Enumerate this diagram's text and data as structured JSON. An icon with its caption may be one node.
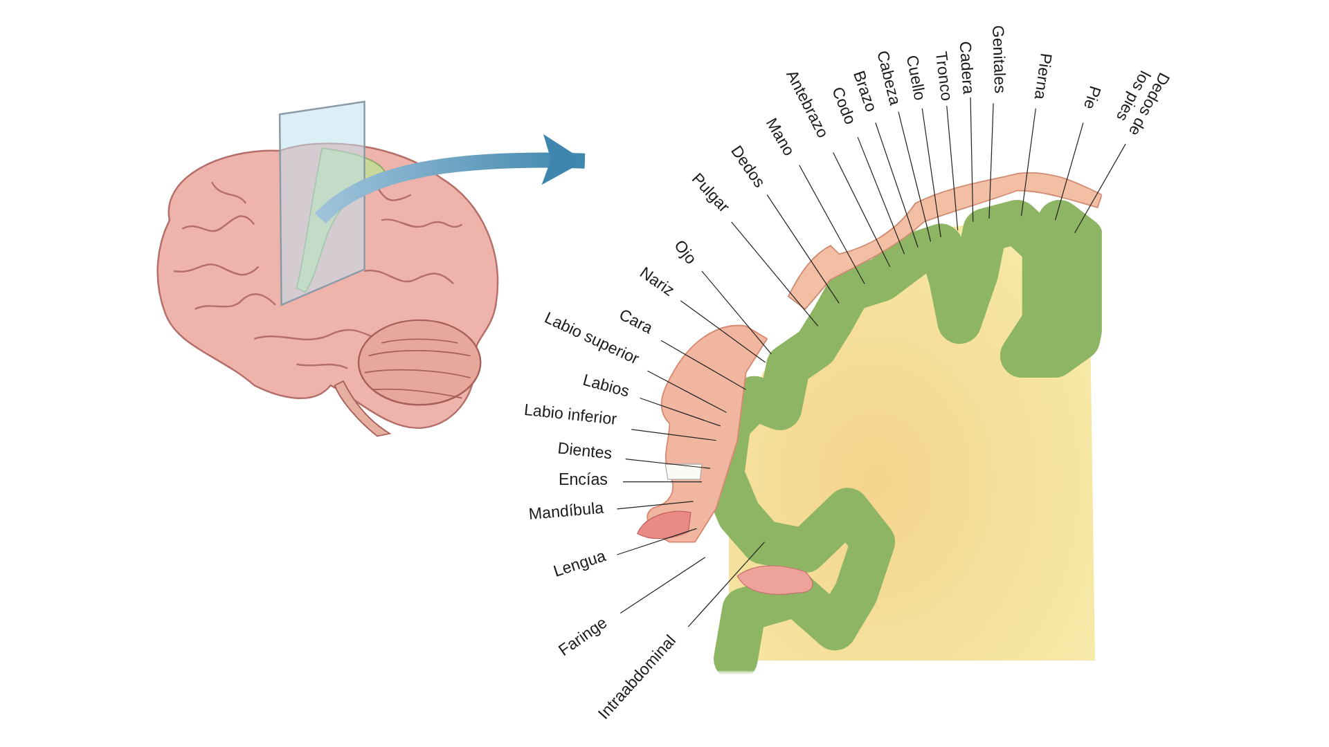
{
  "diagram": {
    "nodes": [
      {
        "text": [],
        "shape": "picture"
      },
      {
        "text": [],
        "shape": "picture"
      },
      {
        "text": [
          "Ojo"
        ]
      },
      {
        "text": [
          "Nariz"
        ]
      },
      {
        "text": [
          "Cara"
        ]
      },
      {
        "text": [
          "Labio superior"
        ]
      },
      {
        "text": [
          "Labios"
        ]
      },
      {
        "text": [
          "Labio inferior"
        ]
      },
      {
        "text": [
          "Dientes"
        ]
      },
      {
        "text": [
          "Encías"
        ]
      },
      {
        "text": [
          "Mandíbula"
        ]
      },
      {
        "text": [
          "Lengua"
        ]
      },
      {
        "text": [
          "Faringe"
        ]
      },
      {
        "text": [
          "Intraabdominal"
        ]
      },
      {
        "text": [
          "Pulgar"
        ]
      },
      {
        "text": [
          "Dedos"
        ]
      },
      {
        "text": [
          "Mano"
        ]
      },
      {
        "text": [
          "Antebrazo"
        ]
      },
      {
        "text": [
          "Codo"
        ]
      },
      {
        "text": [
          "Brazo"
        ]
      },
      {
        "text": [
          "Cabeza"
        ]
      },
      {
        "text": [
          "Cuello"
        ]
      },
      {
        "text": [
          "Tronco"
        ]
      },
      {
        "text": [
          "Cadera"
        ]
      },
      {
        "text": [
          "Genitales"
        ]
      },
      {
        "text": [
          "Pierna"
        ]
      },
      {
        "text": [
          "Pie"
        ]
      },
      {
        "text": [
          "Dedos de los pies"
        ]
      }
    ],
    "edges": [
      {
        "from": 0,
        "to": null,
        "arrow": "to"
      },
      {
        "from": 2,
        "to": 1,
        "arrow": "none"
      },
      {
        "from": 3,
        "to": 1,
        "arrow": "none"
      },
      {
        "from": 4,
        "to": 1,
        "arrow": "none"
      },
      {
        "from": 5,
        "to": 1,
        "arrow": "none"
      },
      {
        "from": 6,
        "to": 1,
        "arrow": "none"
      },
      {
        "from": 7,
        "to": 1,
        "arrow": "none"
      },
      {
        "from": 8,
        "to": 1,
        "arrow": "none"
      },
      {
        "from": 9,
        "to": 1,
        "arrow": "none"
      },
      {
        "from": 10,
        "to": 1,
        "arrow": "none"
      },
      {
        "from": 11,
        "to": 1,
        "arrow": "none"
      },
      {
        "from": 12,
        "to": 1,
        "arrow": "none"
      },
      {
        "from": 13,
        "to": 1,
        "arrow": "none"
      },
      {
        "from": 14,
        "to": 1,
        "arrow": "none"
      },
      {
        "from": 15,
        "to": 1,
        "arrow": "none"
      },
      {
        "from": 16,
        "to": 1,
        "arrow": "none"
      },
      {
        "from": 17,
        "to": 1,
        "arrow": "none"
      },
      {
        "from": 18,
        "to": 1,
        "arrow": "none"
      },
      {
        "from": 19,
        "to": 1,
        "arrow": "none"
      },
      {
        "from": 20,
        "to": 1,
        "arrow": "none"
      },
      {
        "from": 21,
        "to": 1,
        "arrow": "none"
      },
      {
        "from": 22,
        "to": 1,
        "arrow": "none"
      },
      {
        "from": 23,
        "to": 1,
        "arrow": "none"
      },
      {
        "from": 24,
        "to": 1,
        "arrow": "none"
      },
      {
        "from": 25,
        "to": 1,
        "arrow": "none"
      },
      {
        "from": 26,
        "to": 1,
        "arrow": "none"
      },
      {
        "from": 27,
        "to": 1,
        "arrow": "none"
      }
    ]
  }
}
